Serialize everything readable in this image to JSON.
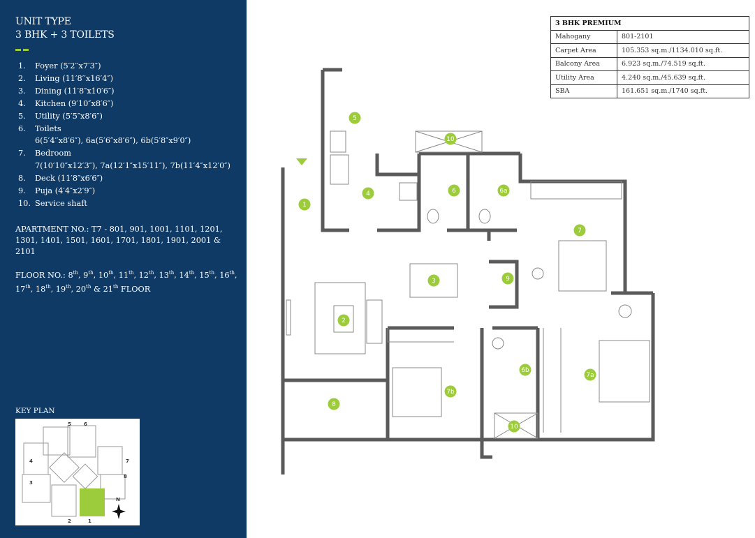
{
  "unit_type": {
    "line1": "UNIT TYPE",
    "line2": "3 BHK + 3 TOILETS"
  },
  "rooms": [
    {
      "num": "1.",
      "text": "Foyer (5′2′′x7′3″)"
    },
    {
      "num": "2.",
      "text": "Living (11′8′′x16′4″)"
    },
    {
      "num": "3.",
      "text": "Dining (11′8″x10′6″)"
    },
    {
      "num": "4.",
      "text": "Kitchen (9′10″x8′6″)"
    },
    {
      "num": "5.",
      "text": "Utility (5′5″x8′6″)"
    },
    {
      "num": "6.",
      "text": "Toilets"
    },
    {
      "num": "",
      "text": "6(5′4′′x8′6″), 6a(5′6″x8′6″), 6b(5′8″x9′0″)"
    },
    {
      "num": "7.",
      "text": "Bedroom"
    },
    {
      "num": "",
      "text": "7(10′10″x12′3″), 7a(12′1″x15′11″), 7b(11′4″x12′0″)"
    },
    {
      "num": "8.",
      "text": "Deck (11′8″x6′6″)"
    },
    {
      "num": "9.",
      "text": "Puja (4′4″x2′9″)"
    },
    {
      "num": "10.",
      "text": "Service shaft"
    }
  ],
  "apartment_no": "APARTMENT NO.: T7 - 801, 901, 1001, 1101, 1201, 1301, 1401, 1501, 1601, 1701, 1801, 1901, 2001 & 2101",
  "floor_no": {
    "label": "FLOOR NO.:",
    "floors": [
      "8",
      "9",
      "10",
      "11",
      "12",
      "13",
      "14",
      "15",
      "16",
      "17",
      "18",
      "19",
      "20",
      "21"
    ],
    "suffix": "th",
    "tail": "FLOOR"
  },
  "key_plan": {
    "title": "KEY PLAN",
    "wing_labels": [
      "1",
      "2",
      "3",
      "4",
      "5",
      "6",
      "7",
      "8"
    ],
    "north": "N",
    "highlight_color": "#9ccb3b"
  },
  "area_table": {
    "title": "3 BHK PREMIUM",
    "rows": [
      {
        "label": "Mahogany",
        "value": "801-2101"
      },
      {
        "label": "Carpet Area",
        "value": "105.353 sq.m./1134.010 sq.ft."
      },
      {
        "label": "Balcony Area",
        "value": "6.923 sq.m./74.519 sq.ft."
      },
      {
        "label": "Utility Area",
        "value": "4.240 sq.m./45.639 sq.ft."
      },
      {
        "label": "SBA",
        "value": "161.651 sq.m./1740 sq.ft."
      }
    ]
  },
  "plan_markers": [
    "1",
    "2",
    "3",
    "4",
    "5",
    "6",
    "6a",
    "7",
    "7a",
    "7b",
    "8",
    "9",
    "10",
    "10",
    "6b"
  ],
  "colors": {
    "panel": "#0f3a66",
    "accent": "#9ccb3b",
    "wall": "#5a5a5a"
  }
}
